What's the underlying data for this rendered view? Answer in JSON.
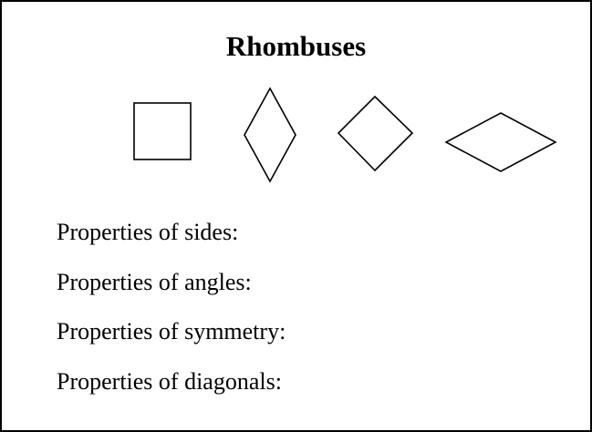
{
  "worksheet": {
    "title": "Rhombuses",
    "shapes": [
      {
        "name": "square",
        "icon": "square-rhombus-icon"
      },
      {
        "name": "tall-rhombus",
        "icon": "tall-rhombus-icon"
      },
      {
        "name": "rotated-square",
        "icon": "rotated-square-icon"
      },
      {
        "name": "wide-rhombus",
        "icon": "wide-rhombus-icon"
      }
    ],
    "properties": [
      "Properties of sides:",
      "Properties of angles:",
      "Properties of symmetry:",
      "Properties of diagonals:"
    ]
  }
}
